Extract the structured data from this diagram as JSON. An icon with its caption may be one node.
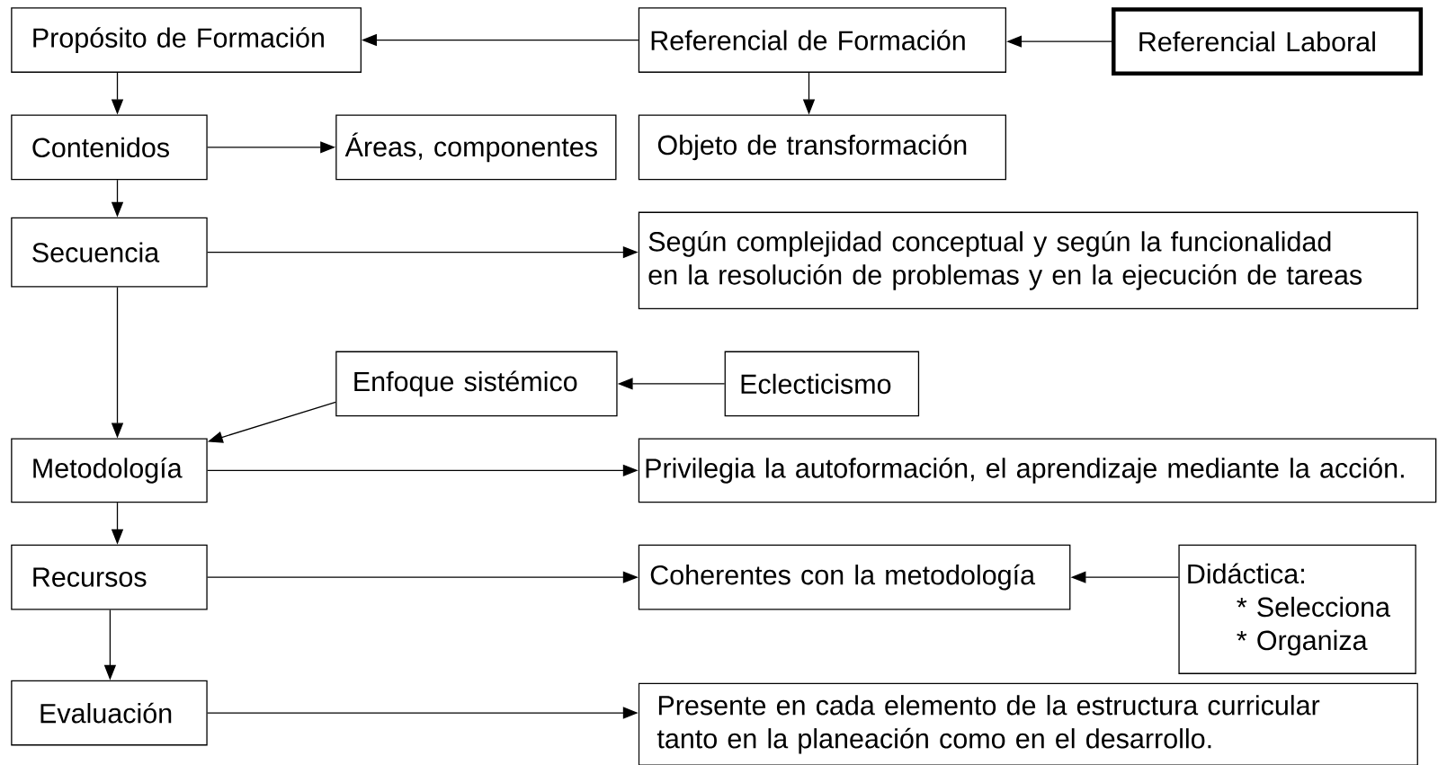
{
  "diagram": {
    "nodes": [
      {
        "text": [
          "Propósito de Formación"
        ]
      },
      {
        "text": [
          "Referencial de Formación"
        ]
      },
      {
        "text": [
          "Referencial Laboral"
        ]
      },
      {
        "text": [
          "Contenidos"
        ]
      },
      {
        "text": [
          "Áreas, componentes"
        ]
      },
      {
        "text": [
          "Objeto de transformación"
        ]
      },
      {
        "text": [
          "Secuencia"
        ]
      },
      {
        "text": [
          "Según complejidad conceptual y según la funcionalidad en la resolución de problemas y en la ejecución de tareas"
        ]
      },
      {
        "text": [
          "Enfoque sistémico"
        ]
      },
      {
        "text": [
          "Eclecticismo"
        ]
      },
      {
        "text": [
          "Metodología"
        ]
      },
      {
        "text": [
          "Privilegia la autoformación, el aprendizaje mediante la acción."
        ]
      },
      {
        "text": [
          "Recursos"
        ]
      },
      {
        "text": [
          "Coherentes con la metodología"
        ]
      },
      {
        "text": [
          "Didáctica:",
          "* Selecciona",
          "* Organiza"
        ]
      },
      {
        "text": [
          "Evaluación"
        ]
      },
      {
        "text": [
          "Presente en cada elemento de la estructura curricular tanto en la planeación como en el desarrollo."
        ]
      }
    ],
    "edges": [
      {
        "from": 1,
        "to": 0,
        "arrow": "to"
      },
      {
        "from": 2,
        "to": 1,
        "arrow": "to"
      },
      {
        "from": 0,
        "to": 3,
        "arrow": "to"
      },
      {
        "from": 1,
        "to": 5,
        "arrow": "to"
      },
      {
        "from": 3,
        "to": 4,
        "arrow": "to"
      },
      {
        "from": 3,
        "to": 6,
        "arrow": "to"
      },
      {
        "from": 6,
        "to": 7,
        "arrow": "to"
      },
      {
        "from": 6,
        "to": 10,
        "arrow": "to"
      },
      {
        "from": 9,
        "to": 8,
        "arrow": "to"
      },
      {
        "from": 8,
        "to": 10,
        "arrow": "to"
      },
      {
        "from": 10,
        "to": 11,
        "arrow": "to"
      },
      {
        "from": 10,
        "to": 12,
        "arrow": "to"
      },
      {
        "from": 12,
        "to": 13,
        "arrow": "to"
      },
      {
        "from": 14,
        "to": 13,
        "arrow": "to"
      },
      {
        "from": 12,
        "to": 15,
        "arrow": "to"
      },
      {
        "from": 15,
        "to": 16,
        "arrow": "to"
      }
    ]
  }
}
